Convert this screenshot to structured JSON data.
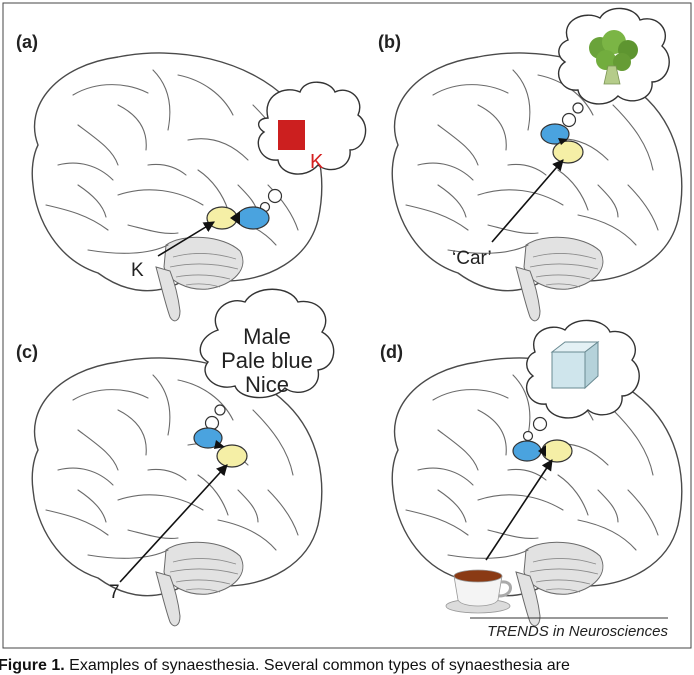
{
  "panels": [
    {
      "label": "(a)",
      "stimulus": "K",
      "thought_letter": "K"
    },
    {
      "label": "(b)",
      "stimulus": "‘Car’"
    },
    {
      "label": "(c)",
      "stimulus": "7",
      "thought_lines": [
        "Male",
        "Pale blue",
        "Nice"
      ]
    },
    {
      "label": "(d)"
    }
  ],
  "source": "TRENDS in Neurosciences",
  "caption": {
    "figure_label": "Figure 1.",
    "text": "Examples of synaesthesia. Several common types of synaesthesia are"
  },
  "colors": {
    "red_square": "#cc1f1f",
    "red_letter": "#d42020",
    "yellow_region": "#f5efa6",
    "blue_region": "#4aa3df"
  }
}
